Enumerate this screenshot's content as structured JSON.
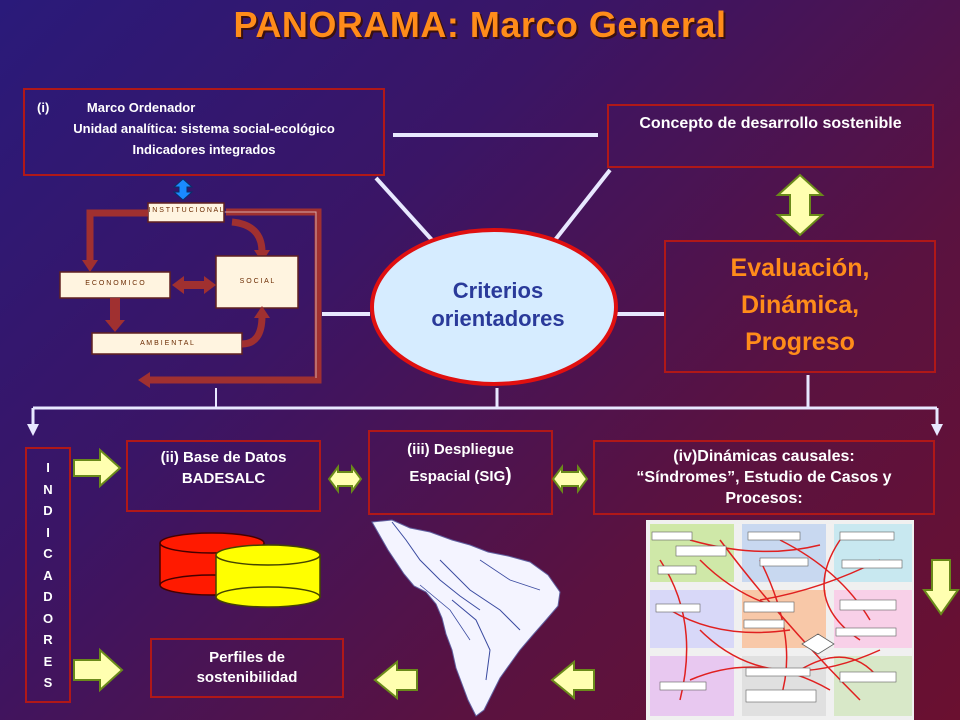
{
  "title": "PANORAMA: Marco General",
  "box_i": {
    "line1_num": "(i)",
    "line1_text": "Marco Ordenador",
    "line2": "Unidad analítica: sistema social-ecológico",
    "line3": "Indicadores integrados"
  },
  "concepto": "Concepto de desarrollo sostenible",
  "evaluacion": "Evaluación, Dinámica, Progreso",
  "criterios": "Criterios orientadores",
  "indicadores_letters": [
    "I",
    "N",
    "D",
    "I",
    "C",
    "A",
    "D",
    "O",
    "R",
    "E",
    "S"
  ],
  "box_ii": {
    "line1": "(ii) Base de Datos",
    "line2": "BADESALC"
  },
  "box_iii": {
    "line1": "(iii) Despliegue",
    "line2": "Espacial (SIG",
    "line2_paren": ")"
  },
  "box_iv": {
    "line1": "(iv)Dinámicas causales:",
    "line2": "“Síndromes”, Estudio de Casos y",
    "line3": "Procesos:"
  },
  "perfiles": "Perfiles de sostenibilidad",
  "system_diagram": {
    "institucional": "I N S T I T U C I O N A L",
    "economico": "E C O N O M I C O",
    "social": "S O C I A L",
    "ambiental": "A M B I E N T A L"
  },
  "colors": {
    "title": "#ff8c1a",
    "border": "#b01818",
    "ellipse_fill": "#d6ecff",
    "ellipse_stroke": "#e01010",
    "arrow_fill": "#ffffb0",
    "arrow_stroke": "#6a8a1a",
    "db_red": "#ff1a00",
    "db_yellow": "#ffff00"
  }
}
